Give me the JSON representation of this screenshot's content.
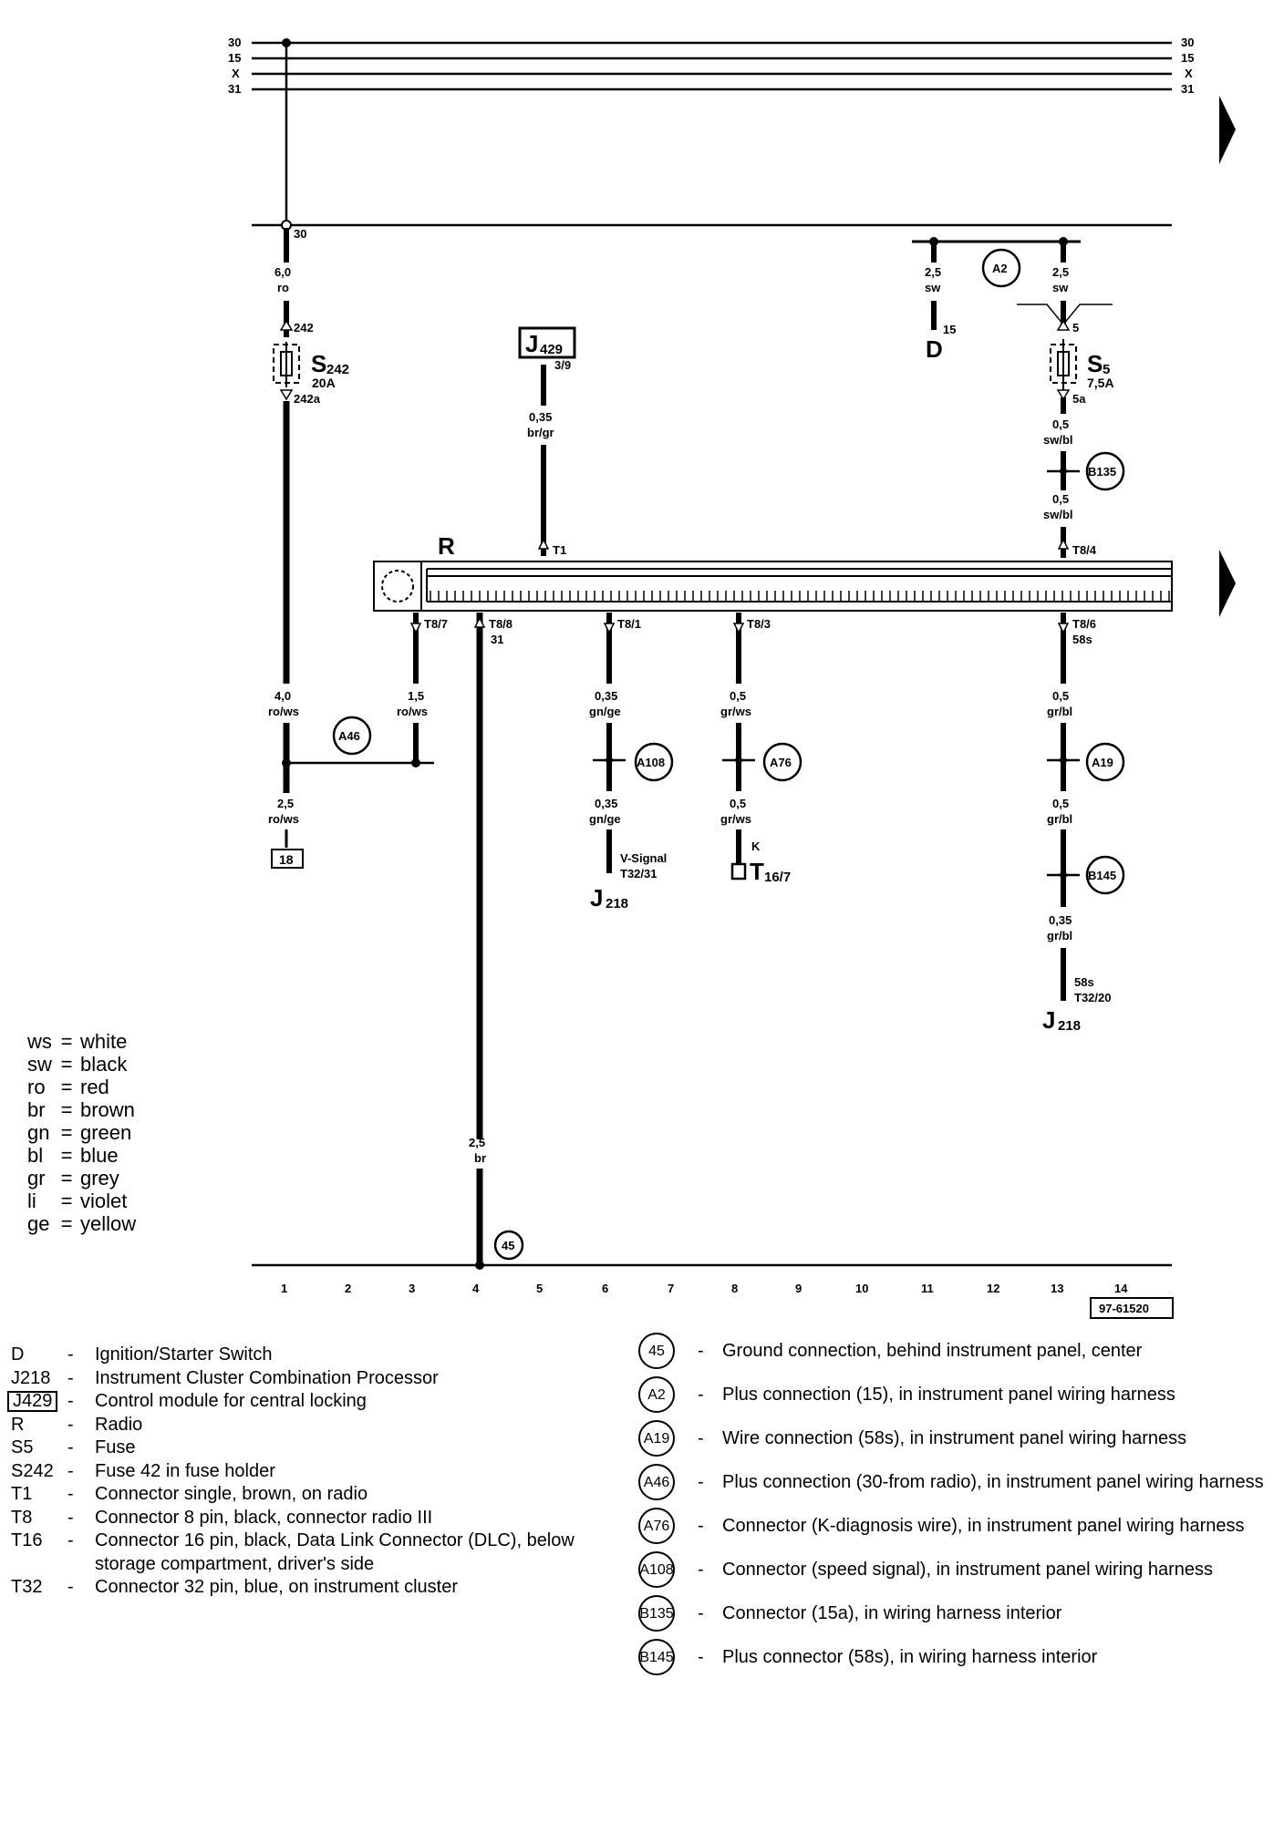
{
  "bus": {
    "left_labels": [
      "30",
      "15",
      "X",
      "31"
    ],
    "right_labels": [
      "30",
      "15",
      "X",
      "31"
    ],
    "terminal_30": "30"
  },
  "wires": {
    "s242_top": {
      "size": "6,0",
      "color": "ro"
    },
    "s242_pin_in": "242",
    "s242_pin_out": "242a",
    "main_left": {
      "size": "4,0",
      "color": "ro/ws"
    },
    "t87_wire": {
      "size": "1,5",
      "color": "ro/ws"
    },
    "left_bottom": {
      "size": "2,5",
      "color": "ro/ws"
    },
    "j429_wire": {
      "size": "0,35",
      "color": "br/gr"
    },
    "j429_pin": "3/9",
    "t81_top": {
      "size": "0,35",
      "color": "gn/ge"
    },
    "t81_bottom": {
      "size": "0,35",
      "color": "gn/ge"
    },
    "t83_top": {
      "size": "0,5",
      "color": "gr/ws"
    },
    "t83_bottom": {
      "size": "0,5",
      "color": "gr/ws"
    },
    "t86_top": {
      "size": "0,5",
      "color": "gr/bl"
    },
    "t86_mid": {
      "size": "0,5",
      "color": "gr/bl"
    },
    "t86_bottom": {
      "size": "0,35",
      "color": "gr/bl"
    },
    "d_wire": {
      "size": "2,5",
      "color": "sw"
    },
    "s5_top": {
      "size": "2,5",
      "color": "sw"
    },
    "s5_below": {
      "size": "0,5",
      "color": "sw/bl"
    },
    "s5_below2": {
      "size": "0,5",
      "color": "sw/bl"
    },
    "ground_wire": {
      "size": "2,5",
      "color": "br"
    }
  },
  "components": {
    "s242": {
      "label": "S",
      "sub": "242",
      "rating": "20A"
    },
    "s5": {
      "label": "S",
      "sub": "5",
      "rating": "7,5A",
      "pin_in": "5",
      "pin_out": "5a"
    },
    "j429": {
      "label": "J",
      "sub": "429"
    },
    "radio": {
      "label": "R"
    },
    "d": {
      "label": "D",
      "pin": "15"
    },
    "j218_a": {
      "label": "J",
      "sub": "218",
      "pin_label": "V-Signal",
      "pin": "T32/31"
    },
    "j218_b": {
      "label": "J",
      "sub": "218",
      "pin_label": "58s",
      "pin": "T32/20"
    },
    "t16": {
      "label": "T",
      "sub": "16/7",
      "pin_label": "K"
    },
    "box18": "18"
  },
  "radio_pins": {
    "t1": "T1",
    "t84": "T8/4",
    "t87": "T8/7",
    "t88": "T8/8",
    "t88_sub": "31",
    "t81": "T8/1",
    "t83": "T8/3",
    "t86": "T8/6",
    "t86_sub": "58s"
  },
  "connectors": {
    "a2": "A2",
    "a46": "A46",
    "a108": "A108",
    "a76": "A76",
    "a19": "A19",
    "b135": "B135",
    "b145": "B145",
    "g45": "45"
  },
  "grid_numbers": [
    "1",
    "2",
    "3",
    "4",
    "5",
    "6",
    "7",
    "8",
    "9",
    "10",
    "11",
    "12",
    "13",
    "14"
  ],
  "figure_id": "97-61520",
  "color_legend": [
    {
      "code": "ws",
      "name": "white"
    },
    {
      "code": "sw",
      "name": "black"
    },
    {
      "code": "ro",
      "name": "red"
    },
    {
      "code": "br",
      "name": "brown"
    },
    {
      "code": "gn",
      "name": "green"
    },
    {
      "code": "bl",
      "name": "blue"
    },
    {
      "code": "gr",
      "name": "grey"
    },
    {
      "code": "li",
      "name": "violet"
    },
    {
      "code": "ge",
      "name": "yellow"
    }
  ],
  "parts_list": [
    {
      "code": "D",
      "desc": "Ignition/Starter Switch"
    },
    {
      "code": "J218",
      "desc": "Instrument Cluster Combination Processor"
    },
    {
      "code": "J429",
      "desc": "Control module for central locking",
      "boxed": true
    },
    {
      "code": "R",
      "desc": "Radio"
    },
    {
      "code": "S5",
      "desc": "Fuse"
    },
    {
      "code": "S242",
      "desc": "Fuse 42 in fuse holder"
    },
    {
      "code": "T1",
      "desc": "Connector single, brown, on radio"
    },
    {
      "code": "T8",
      "desc": "Connector 8 pin, black, connector radio III"
    },
    {
      "code": "T16",
      "desc": "Connector 16 pin, black, Data Link Connector (DLC), below storage compartment, driver's side"
    },
    {
      "code": "T32",
      "desc": "Connector 32 pin, blue, on instrument cluster"
    }
  ],
  "ground_list": [
    {
      "code": "45",
      "desc": "Ground connection, behind instrument panel, center"
    },
    {
      "code": "A2",
      "desc": "Plus connection (15), in instrument panel wiring harness"
    },
    {
      "code": "A19",
      "desc": "Wire connection (58s), in instrument panel wiring harness"
    },
    {
      "code": "A46",
      "desc": "Plus connection (30-from radio), in instrument panel wiring harness"
    },
    {
      "code": "A76",
      "desc": "Connector (K-diagnosis wire), in instrument panel wiring harness"
    },
    {
      "code": "A108",
      "desc": "Connector (speed signal), in instrument panel wiring harness"
    },
    {
      "code": "B135",
      "desc": "Connector (15a), in wiring harness interior"
    },
    {
      "code": "B145",
      "desc": "Plus connector (58s), in wiring harness interior"
    }
  ]
}
